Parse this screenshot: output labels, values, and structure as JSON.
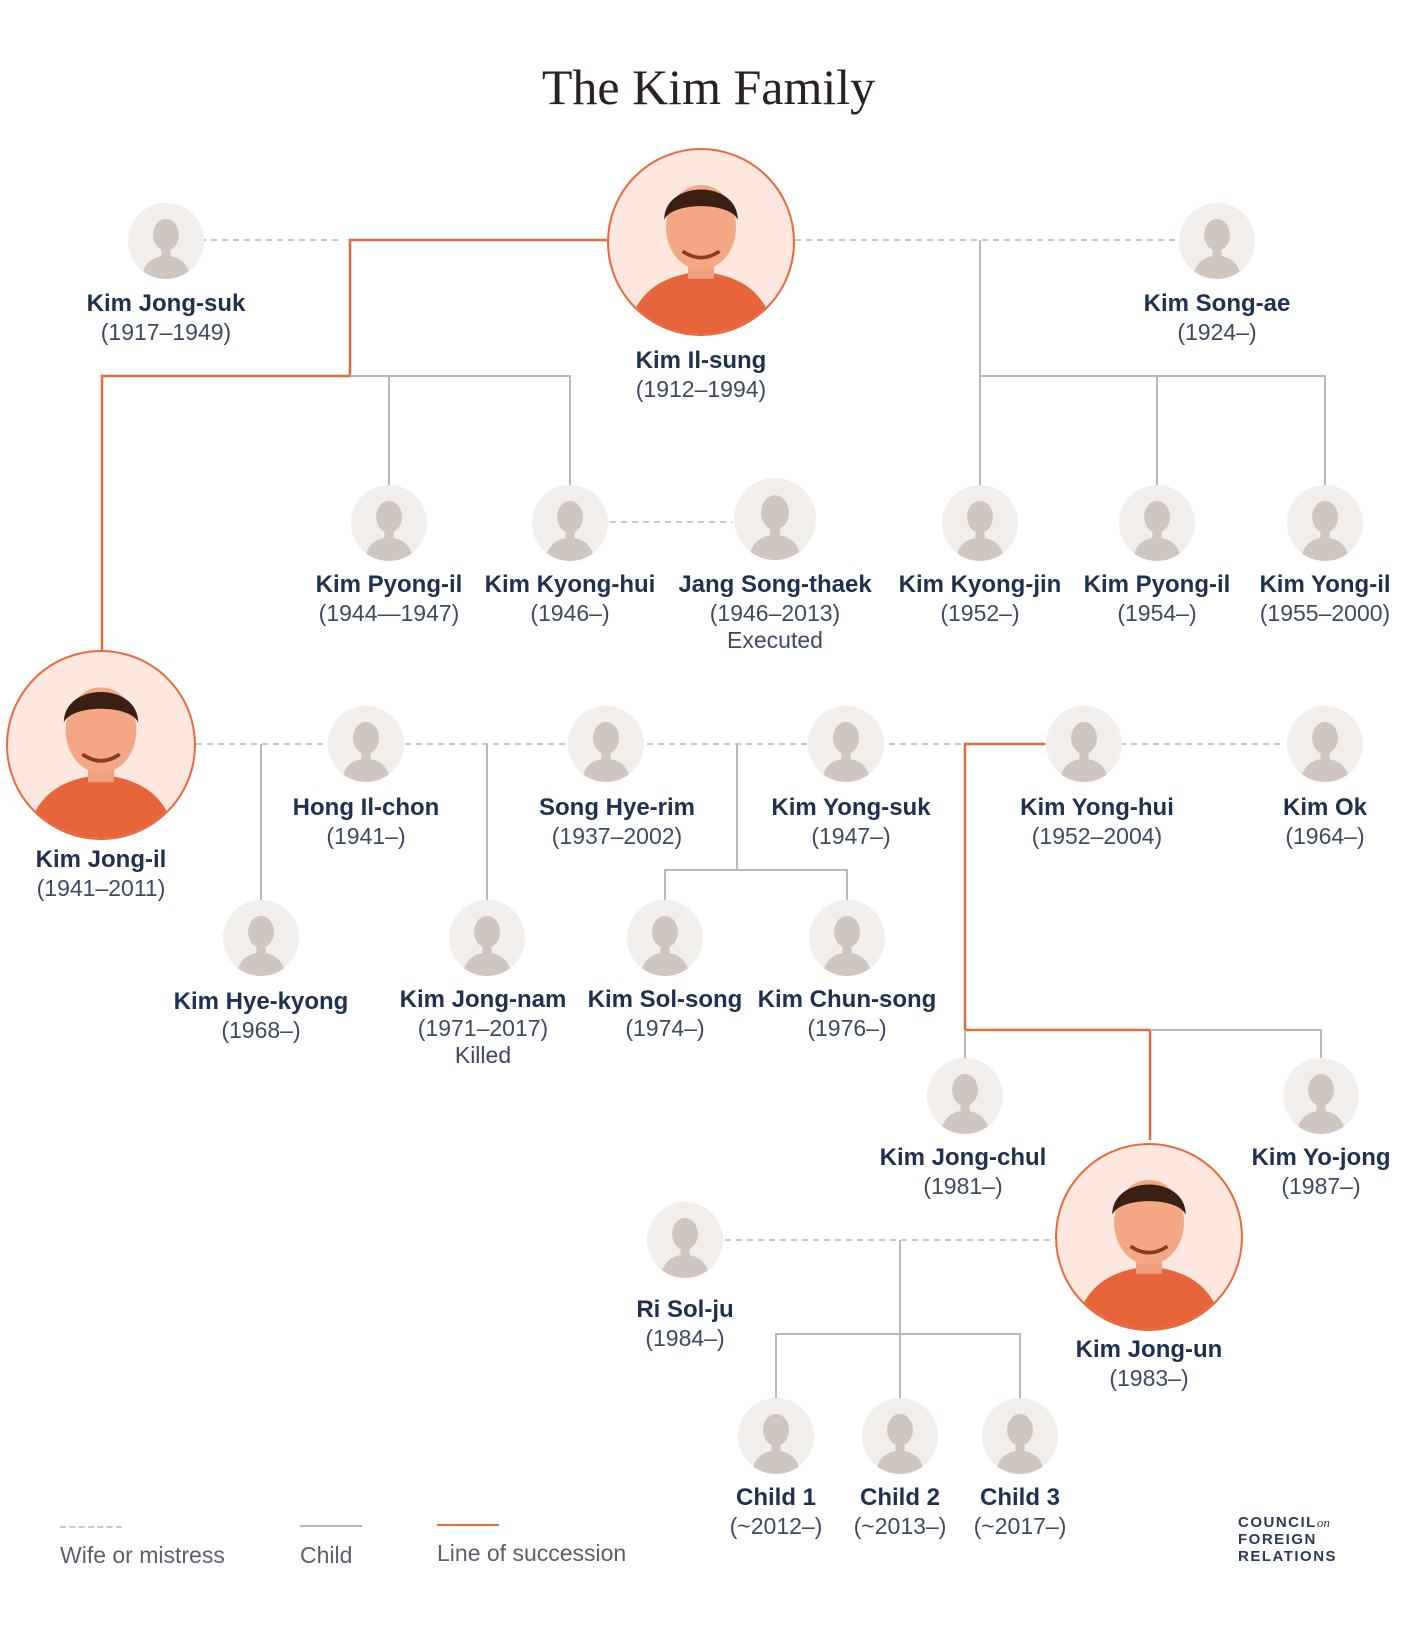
{
  "title": "The Kim Family",
  "colors": {
    "succession": "#e86a3c",
    "child": "#b9b9b9",
    "wife": "#c9c9c9",
    "avatar_bg": "#f1eeeb",
    "avatar_fig": "#cfc6bf"
  },
  "people": {
    "kim_il_sung": {
      "name": "Kim Il-sung",
      "years": "(1912–1994)"
    },
    "kim_jong_suk": {
      "name": "Kim Jong-suk",
      "years": "(1917–1949)"
    },
    "kim_song_ae": {
      "name": "Kim Song-ae",
      "years": "(1924–)"
    },
    "kim_pyong_il_1": {
      "name": "Kim Pyong-il",
      "years": "(1944—1947)"
    },
    "kim_kyong_hui": {
      "name": "Kim Kyong-hui",
      "years": "(1946–)"
    },
    "jang_song_thaek": {
      "name": "Jang Song-thaek",
      "years": "(1946–2013)",
      "note": "Executed"
    },
    "kim_kyong_jin": {
      "name": "Kim Kyong-jin",
      "years": "(1952–)"
    },
    "kim_pyong_il_2": {
      "name": "Kim Pyong-il",
      "years": "(1954–)"
    },
    "kim_yong_il": {
      "name": "Kim Yong-il",
      "years": "(1955–2000)"
    },
    "kim_jong_il": {
      "name": "Kim Jong-il",
      "years": "(1941–2011)"
    },
    "hong_il_chon": {
      "name": "Hong Il-chon",
      "years": "(1941–)"
    },
    "song_hye_rim": {
      "name": "Song Hye-rim",
      "years": "(1937–2002)"
    },
    "kim_yong_suk": {
      "name": "Kim Yong-suk",
      "years": "(1947–)"
    },
    "kim_yong_hui": {
      "name": "Kim Yong-hui",
      "years": "(1952–2004)"
    },
    "kim_ok": {
      "name": "Kim Ok",
      "years": "(1964–)"
    },
    "kim_hye_kyong": {
      "name": "Kim Hye-kyong",
      "years": "(1968–)"
    },
    "kim_jong_nam": {
      "name": "Kim Jong-nam",
      "years": "(1971–2017)",
      "note": "Killed"
    },
    "kim_sol_song": {
      "name": "Kim Sol-song",
      "years": "(1974–)"
    },
    "kim_chun_song": {
      "name": "Kim Chun-song",
      "years": "(1976–)"
    },
    "kim_jong_chul": {
      "name": "Kim Jong-chul",
      "years": "(1981–)"
    },
    "kim_yo_jong": {
      "name": "Kim Yo-jong",
      "years": "(1987–)"
    },
    "kim_jong_un": {
      "name": "Kim Jong-un",
      "years": "(1983–)"
    },
    "ri_sol_ju": {
      "name": "Ri Sol-ju",
      "years": "(1984–)"
    },
    "child_1": {
      "name": "Child 1",
      "years": "(~2012–)"
    },
    "child_2": {
      "name": "Child 2",
      "years": "(~2013–)"
    },
    "child_3": {
      "name": "Child 3",
      "years": "(~2017–)"
    }
  },
  "legend": {
    "wife": "Wife or mistress",
    "child": "Child",
    "succession": "Line of succession"
  },
  "logo": {
    "line1": "COUNCIL",
    "on": "on",
    "line2": "FOREIGN",
    "line3": "RELATIONS"
  }
}
